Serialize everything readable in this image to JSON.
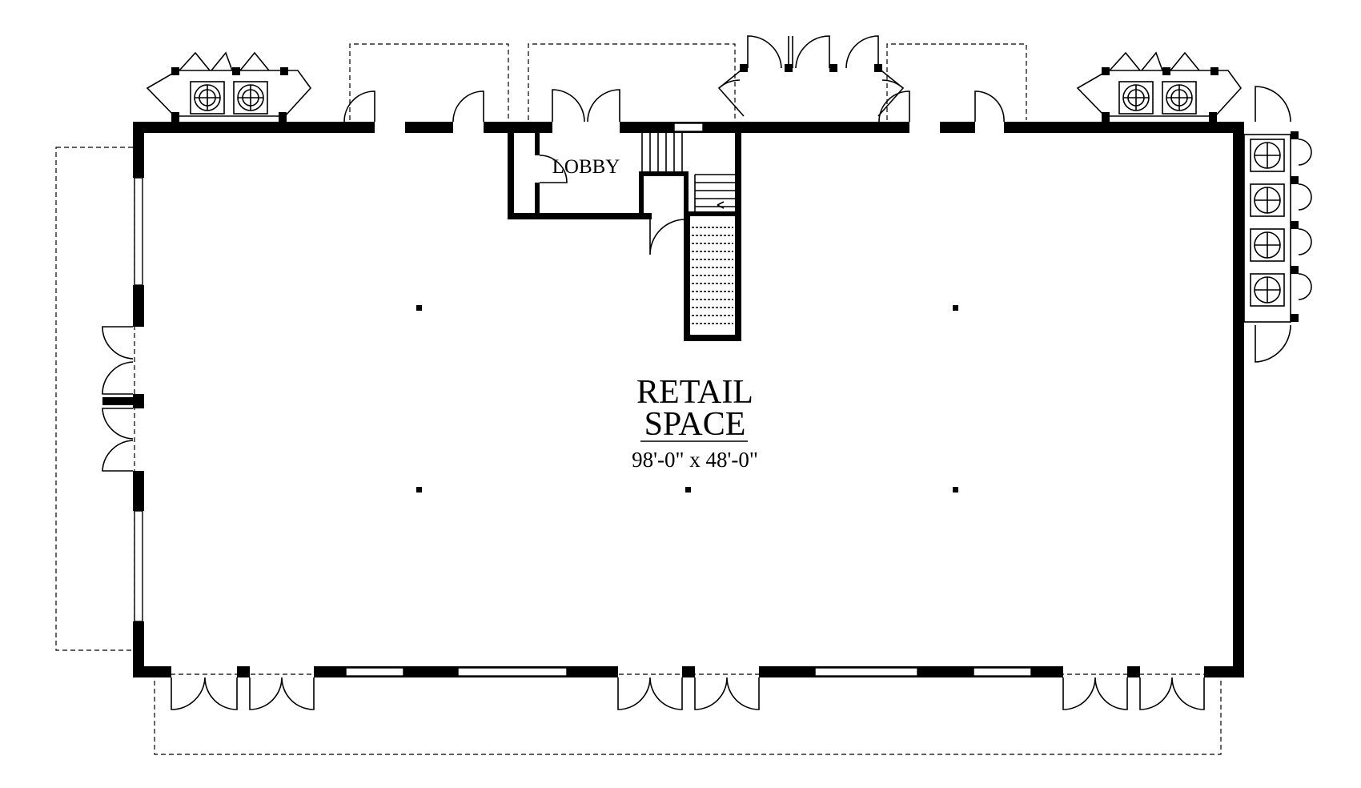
{
  "plan": {
    "main_room": {
      "name_line1": "RETAIL",
      "name_line2": "SPACE",
      "dimensions": "98'-0\" x 48'-0\""
    },
    "lobby_label": "LOBBY"
  },
  "colors": {
    "wall": "#000000",
    "background": "#ffffff"
  }
}
